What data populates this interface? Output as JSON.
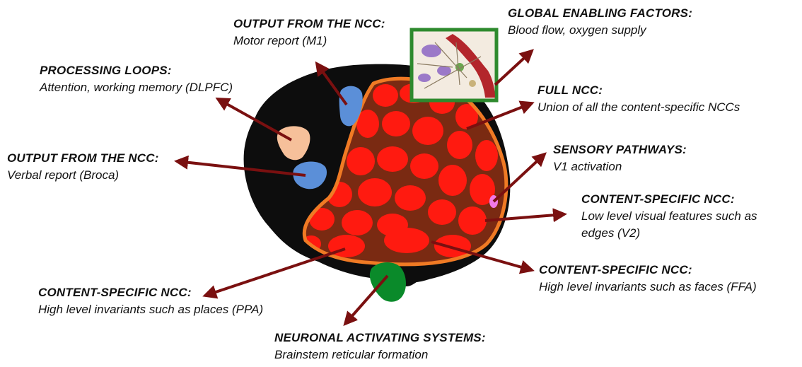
{
  "labels": {
    "output_m1": {
      "heading": "OUTPUT FROM THE NCC:",
      "detail": "Motor report (M1)"
    },
    "global": {
      "heading": "GLOBAL ENABLING FACTORS:",
      "detail": "Blood flow, oxygen supply"
    },
    "loops": {
      "heading": "PROCESSING LOOPS:",
      "detail": "Attention, working memory (DLPFC)"
    },
    "full": {
      "heading": "FULL NCC:",
      "detail": "Union of all the content-specific NCCs"
    },
    "output_broca": {
      "heading": "OUTPUT FROM THE NCC:",
      "detail": "Verbal report (Broca)"
    },
    "sensory": {
      "heading": "SENSORY PATHWAYS:",
      "detail": "V1 activation"
    },
    "low_level": {
      "heading": "CONTENT-SPECIFIC NCC:",
      "detail": "Low level visual features such as",
      "detail2": "edges (V2)"
    },
    "faces": {
      "heading": "CONTENT-SPECIFIC NCC:",
      "detail": "High level invariants such as faces (FFA)"
    },
    "places": {
      "heading": "CONTENT-SPECIFIC NCC:",
      "detail": "High level invariants such as places (PPA)"
    },
    "brainstem": {
      "heading": "NEURONAL ACTIVATING SYSTEMS:",
      "detail": "Brainstem reticular formation"
    }
  },
  "colors": {
    "brain": "#0d0d0d",
    "arrow": "#7a1010",
    "ncc_fill": "#ff1a10",
    "ncc_region": "#7a2a12",
    "ncc_border": "#f07a24",
    "frontal_spot": "#f6c09a",
    "blue_spot": "#5b8fd8",
    "v1_spot": "#f27ae8",
    "brainstem_green": "#0a8a2a",
    "inset_border": "#2e8a2e"
  }
}
